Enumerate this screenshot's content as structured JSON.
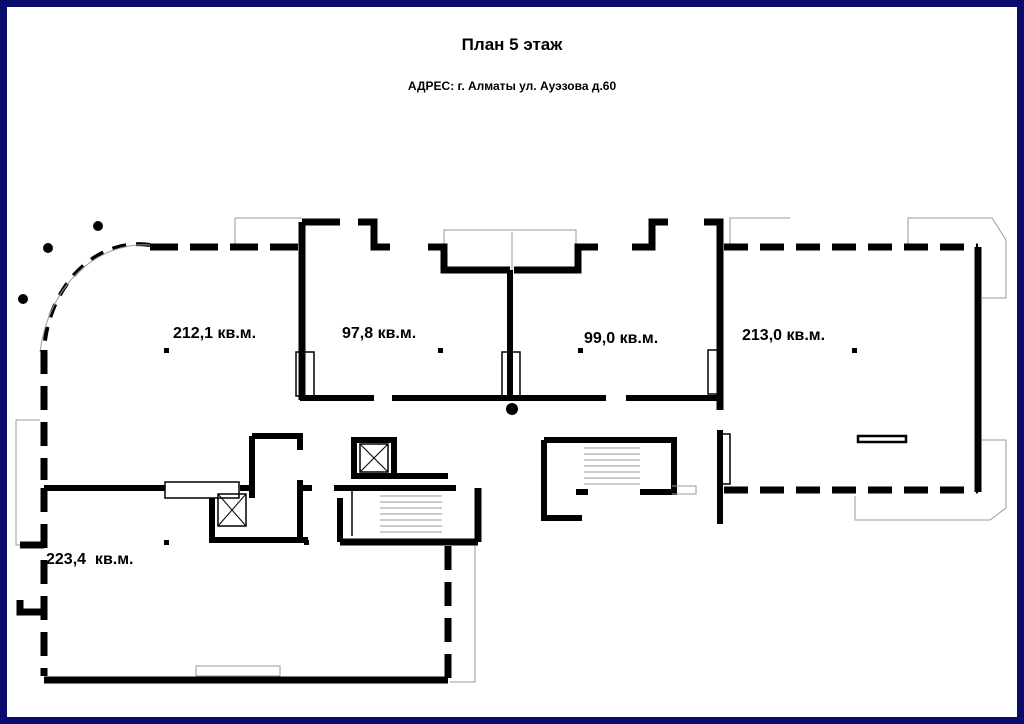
{
  "header": {
    "title": "План 5 этаж",
    "address": "АДРЕС: г. Алматы ул. Ауэзова д.60"
  },
  "rooms": [
    {
      "area_label": "212,1 кв.м."
    },
    {
      "area_label": "97,8 кв.м."
    },
    {
      "area_label": "99,0 кв.м."
    },
    {
      "area_label": "213,0 кв.м."
    },
    {
      "area_label": "223,4  кв.м."
    }
  ],
  "colors": {
    "frame": "#0b0b6e",
    "wall": "#000000",
    "window": "#9a9a9a"
  }
}
